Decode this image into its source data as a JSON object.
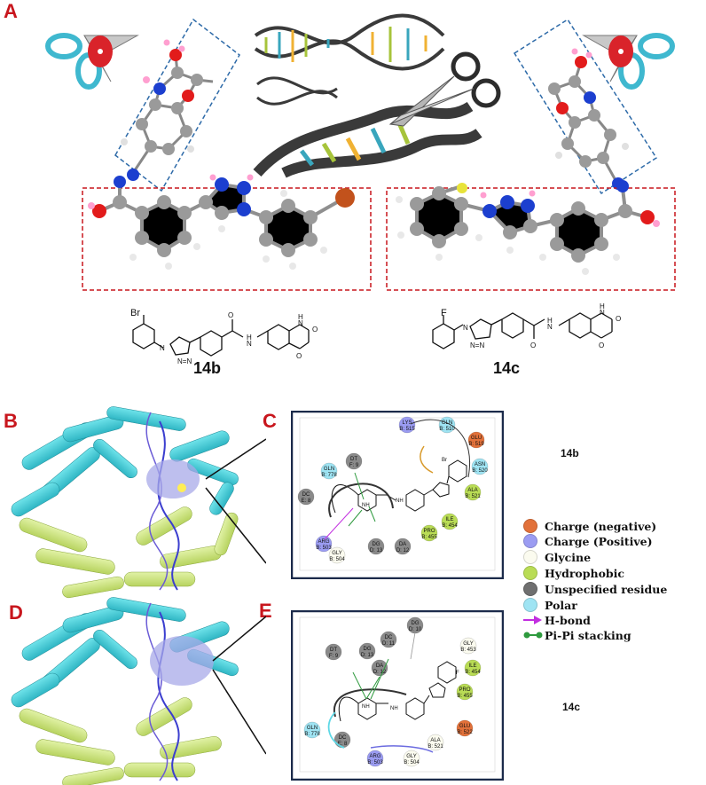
{
  "panels": {
    "a": "A",
    "b": "B",
    "c": "C",
    "d": "D",
    "e": "E"
  },
  "compounds": {
    "first": {
      "label": "14b",
      "substituent": "Br"
    },
    "second": {
      "label": "14c",
      "substituent": "F"
    }
  },
  "side_labels": {
    "c": "14b",
    "e": "14c"
  },
  "structure_text": {
    "nh": "H",
    "n": "N",
    "o": "O",
    "n_eq": "N=N"
  },
  "legend": [
    {
      "label": "Charge (negative)",
      "color": "#e2713a",
      "kind": "dot"
    },
    {
      "label": "Charge (Positive)",
      "color": "#9b9cf2",
      "kind": "dot"
    },
    {
      "label": "Glycine",
      "color": "#fbfbef",
      "kind": "dot"
    },
    {
      "label": "Hydrophobic",
      "color": "#b9dc55",
      "kind": "dot"
    },
    {
      "label": "Unspecified residue",
      "color": "#6f6f6f",
      "kind": "dot"
    },
    {
      "label": "Polar",
      "color": "#9fe4f3",
      "kind": "dot"
    },
    {
      "label": "H-bond",
      "color": "#c22ee0",
      "kind": "arrow"
    },
    {
      "label": "Pi-Pi stacking",
      "color": "#2e9a3e",
      "kind": "pipi"
    }
  ],
  "residues_c": [
    {
      "name": "LYS",
      "id": "B: 515",
      "color": "#9b9cf2"
    },
    {
      "name": "GLN",
      "id": "B: 510",
      "color": "#9fe4f3"
    },
    {
      "name": "GLU",
      "id": "B: 519",
      "color": "#e2713a"
    },
    {
      "name": "ASN",
      "id": "B: 520",
      "color": "#9fe4f3"
    },
    {
      "name": "ALA",
      "id": "B: 521",
      "color": "#b9dc55"
    },
    {
      "name": "ILE",
      "id": "B: 454",
      "color": "#b9dc55"
    },
    {
      "name": "PRO",
      "id": "B: 455",
      "color": "#b9dc55"
    },
    {
      "name": "DA",
      "id": "D: 12",
      "color": "#8a8a8a"
    },
    {
      "name": "DG",
      "id": "D: 13",
      "color": "#8a8a8a"
    },
    {
      "name": "GLY",
      "id": "B: 504",
      "color": "#fbfbef"
    },
    {
      "name": "ARG",
      "id": "B: 503",
      "color": "#9b9cf2"
    },
    {
      "name": "DC",
      "id": "E: 8",
      "color": "#8a8a8a"
    },
    {
      "name": "GLN",
      "id": "B: 778",
      "color": "#9fe4f3"
    },
    {
      "name": "DT",
      "id": "F: 9",
      "color": "#8a8a8a"
    }
  ],
  "residues_e": [
    {
      "name": "DG",
      "id": "D: 10",
      "color": "#8a8a8a"
    },
    {
      "name": "DC",
      "id": "D: 11",
      "color": "#8a8a8a"
    },
    {
      "name": "DG",
      "id": "D: 13",
      "color": "#8a8a8a"
    },
    {
      "name": "DA",
      "id": "D: 12",
      "color": "#8a8a8a"
    },
    {
      "name": "DT",
      "id": "F: 9",
      "color": "#8a8a8a"
    },
    {
      "name": "GLY",
      "id": "B: 453",
      "color": "#fbfbef"
    },
    {
      "name": "ILE",
      "id": "B: 454",
      "color": "#b9dc55"
    },
    {
      "name": "PRO",
      "id": "B: 455",
      "color": "#b9dc55"
    },
    {
      "name": "GLU",
      "id": "B: 522",
      "color": "#e2713a"
    },
    {
      "name": "ALA",
      "id": "B: 521",
      "color": "#fbfbef"
    },
    {
      "name": "GLY",
      "id": "B: 504",
      "color": "#fbfbef"
    },
    {
      "name": "ARG",
      "id": "B: 503",
      "color": "#9b9cf2"
    },
    {
      "name": "DC",
      "id": "E: 8",
      "color": "#8a8a8a"
    },
    {
      "name": "GLN",
      "id": "B: 778",
      "color": "#9fe4f3"
    }
  ]
}
